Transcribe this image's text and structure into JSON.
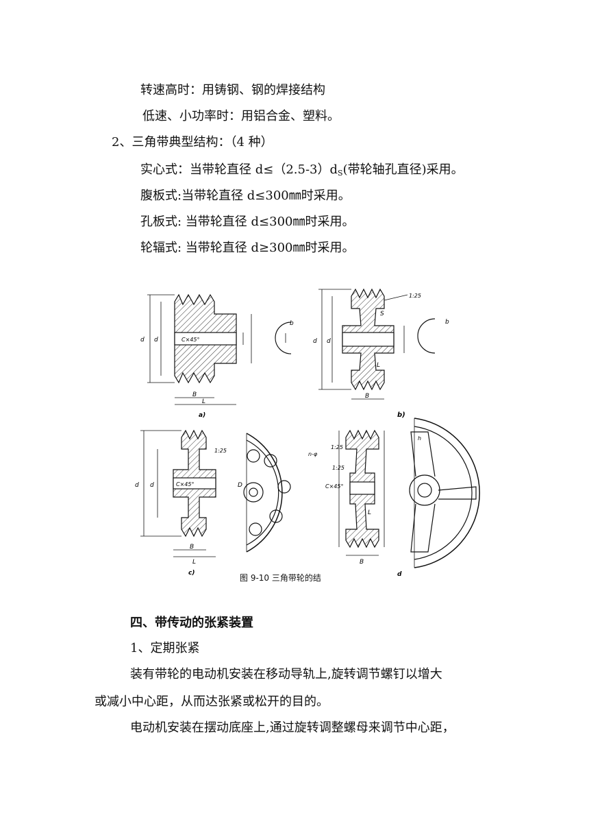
{
  "text": {
    "line1": "转速高时：用铸钢、钢的焊接结构",
    "line2": "低速、小功率时：用铝合金、塑料。",
    "line3": "2、三角带典型结构：（4 种）",
    "line4_a": "实心式：当带轮直径 d≤（2.5-3）d",
    "line4_sub": "S",
    "line4_b": "(带轮轴孔直径)采用。",
    "line5": "腹板式:当带轮直径 d≤300㎜时采用。",
    "line6": "孔板式: 当带轮直径 d≤300㎜时采用。",
    "line7": "轮辐式: 当带轮直径 d≥300㎜时采用。",
    "heading4": "四、带传动的张紧装置",
    "sub1": "1、定期张紧",
    "para1_l1": "装有带轮的电动机安装在移动导轨上,旋转调节螺钉以增大",
    "para1_l2": "或减小中心距，从而达张紧或松开的目的。",
    "para2_l1": "电动机安装在摆动底座上,通过旋转调整螺母来调节中心距，"
  },
  "figure": {
    "caption": "图 9-10  三角带轮的结",
    "labels": {
      "a": "a)",
      "b": "b)",
      "c": "c)",
      "d": "d",
      "da": "d",
      "B": "B",
      "L": "L",
      "chamfer": "C×45°",
      "key_b": "b",
      "slope": "1:25",
      "S": "S",
      "n_phi": "n-φ",
      "h": "h",
      "Dm": "D"
    }
  },
  "colors": {
    "ink": "#111111",
    "hatch": "#333333",
    "page": "#ffffff"
  }
}
